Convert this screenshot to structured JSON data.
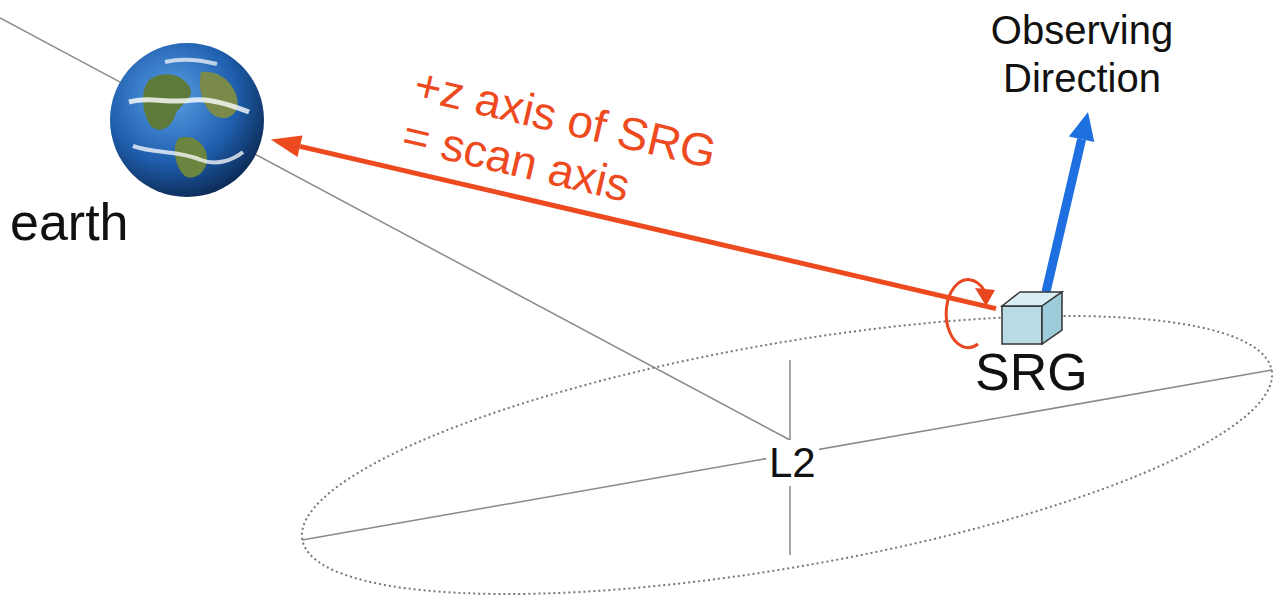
{
  "diagram": {
    "nodes": [
      {
        "text": [
          "earth"
        ]
      },
      {
        "text": [
          "SRG"
        ]
      }
    ],
    "edges": [
      {
        "from": 1,
        "to": 0,
        "arrow": "to",
        "label": "+z axis of SRG = scan axis"
      }
    ],
    "labels": [
      "Observing Direction",
      "L2"
    ]
  }
}
